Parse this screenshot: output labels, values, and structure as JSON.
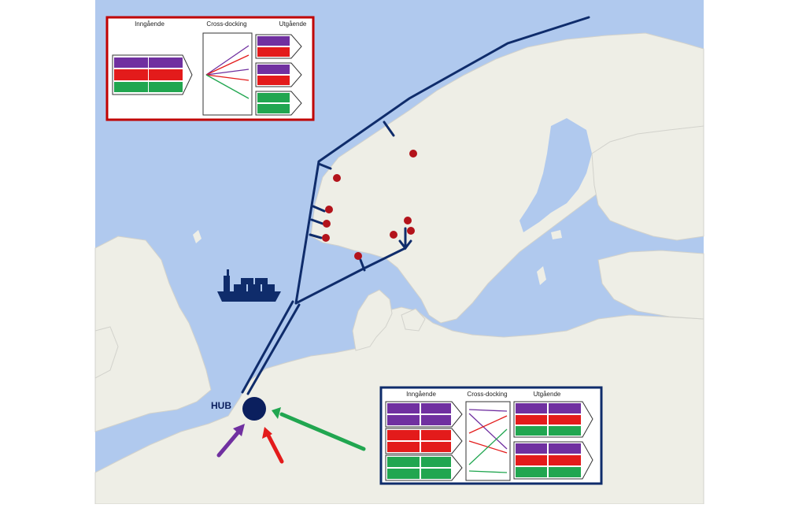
{
  "map": {
    "hub_label": "HUB",
    "colors": {
      "sea": "#b0c9ee",
      "land": "#eeeee6",
      "route": "#0f2c6b",
      "city_marker": "#b3131b",
      "purple": "#7030a0",
      "red": "#e31b1b",
      "green": "#21a650"
    },
    "top_inset": {
      "inbound_label": "Inngående",
      "crossdock_label": "Cross-docking",
      "outbound_label": "Utgående",
      "border_color": "#c00000"
    },
    "bottom_inset": {
      "inbound_label": "Inngående",
      "crossdock_label": "Cross-docking",
      "outbound_label": "Utgående",
      "border_color": "#0f2c6b"
    },
    "icons": [
      "cargo-ship-icon",
      "hub-marker-icon"
    ]
  }
}
